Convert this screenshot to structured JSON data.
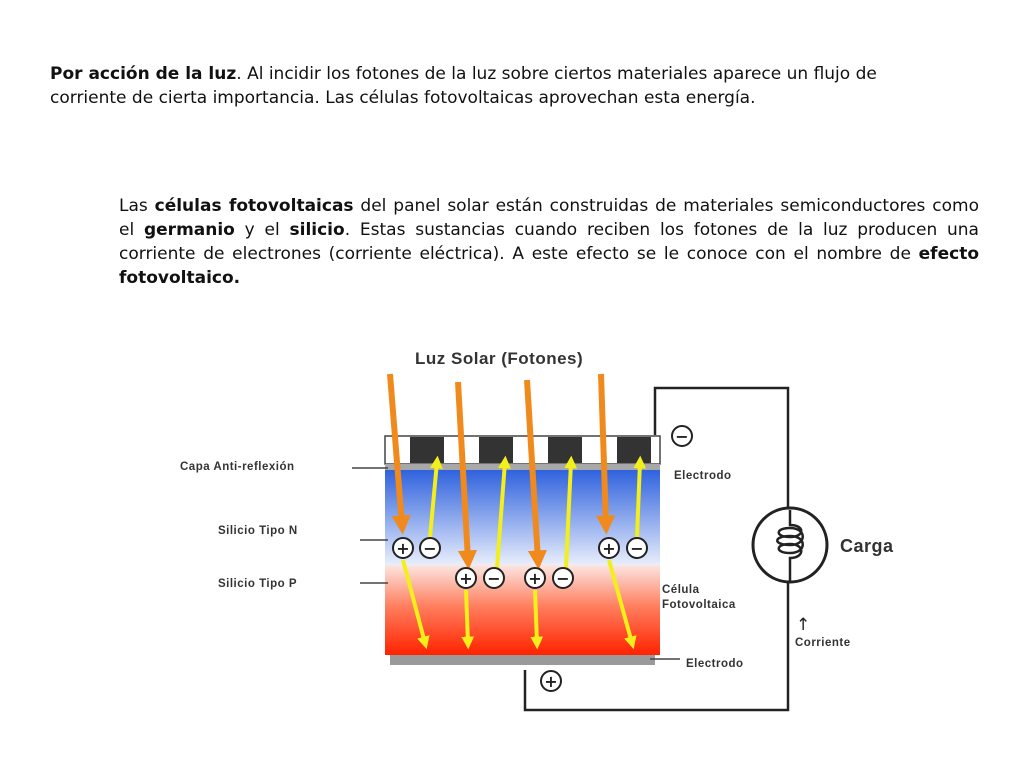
{
  "paragraph1": {
    "bold_lead": "Por acción de la luz",
    "text": ". Al incidir los fotones de la luz sobre ciertos materiales aparece un flujo de corriente de cierta importancia. Las células fotovoltaicas aprovechan esta energía."
  },
  "paragraph2": {
    "t1": "Las ",
    "b1": "células fotovoltaicas",
    "t2": " del panel solar están construidas de materiales semiconductores como el ",
    "b2": "germanio",
    "t3": " y el ",
    "b3": "silicio",
    "t4": ". Estas sustancias cuando reciben los fotones de la luz producen una corriente de electrones (corriente eléctrica). A este efecto se le conoce con el nombre de ",
    "b4": "efecto fotovoltaico."
  },
  "diagram": {
    "title": "Luz Solar (Fotones)",
    "labels": {
      "anti_reflection": "Capa Anti-reflexión",
      "silicon_n": "Silicio Tipo N",
      "silicon_p": "Silicio Tipo P",
      "electrode_top": "Electrodo",
      "electrode_bottom": "Electrodo",
      "cell_line1": "Célula",
      "cell_line2": "Fotovoltaica",
      "load": "Carga",
      "current": "Corriente",
      "current_arrow": "↑"
    },
    "symbols": {
      "plus": "+",
      "minus": "−"
    },
    "colors": {
      "photon_arrow": "#f08a1c",
      "electron_arrow": "#f2ef1a",
      "n_layer": "#3a6fe0",
      "p_layer": "#ff2a00",
      "electrode": "#9a9a9a",
      "contact": "#333333"
    }
  }
}
